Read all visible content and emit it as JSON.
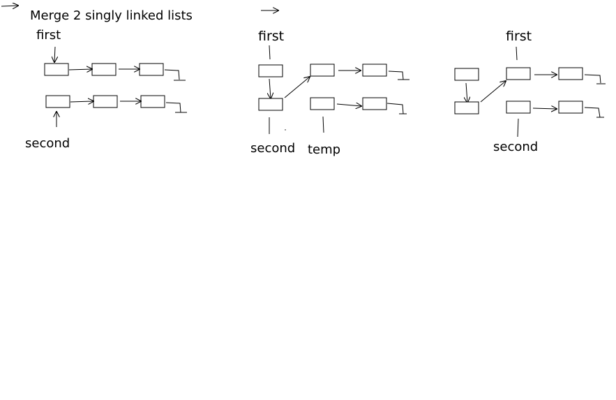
{
  "title": "Merge 2 singly linked lists",
  "panels": [
    {
      "first_label": "first",
      "second_label": "second"
    },
    {
      "first_label": "first",
      "second_label": "second",
      "temp_label": "temp"
    },
    {
      "first_label": "first",
      "second_label": "second"
    }
  ],
  "colors": {
    "ink": "#000000",
    "background": "#ffffff"
  }
}
